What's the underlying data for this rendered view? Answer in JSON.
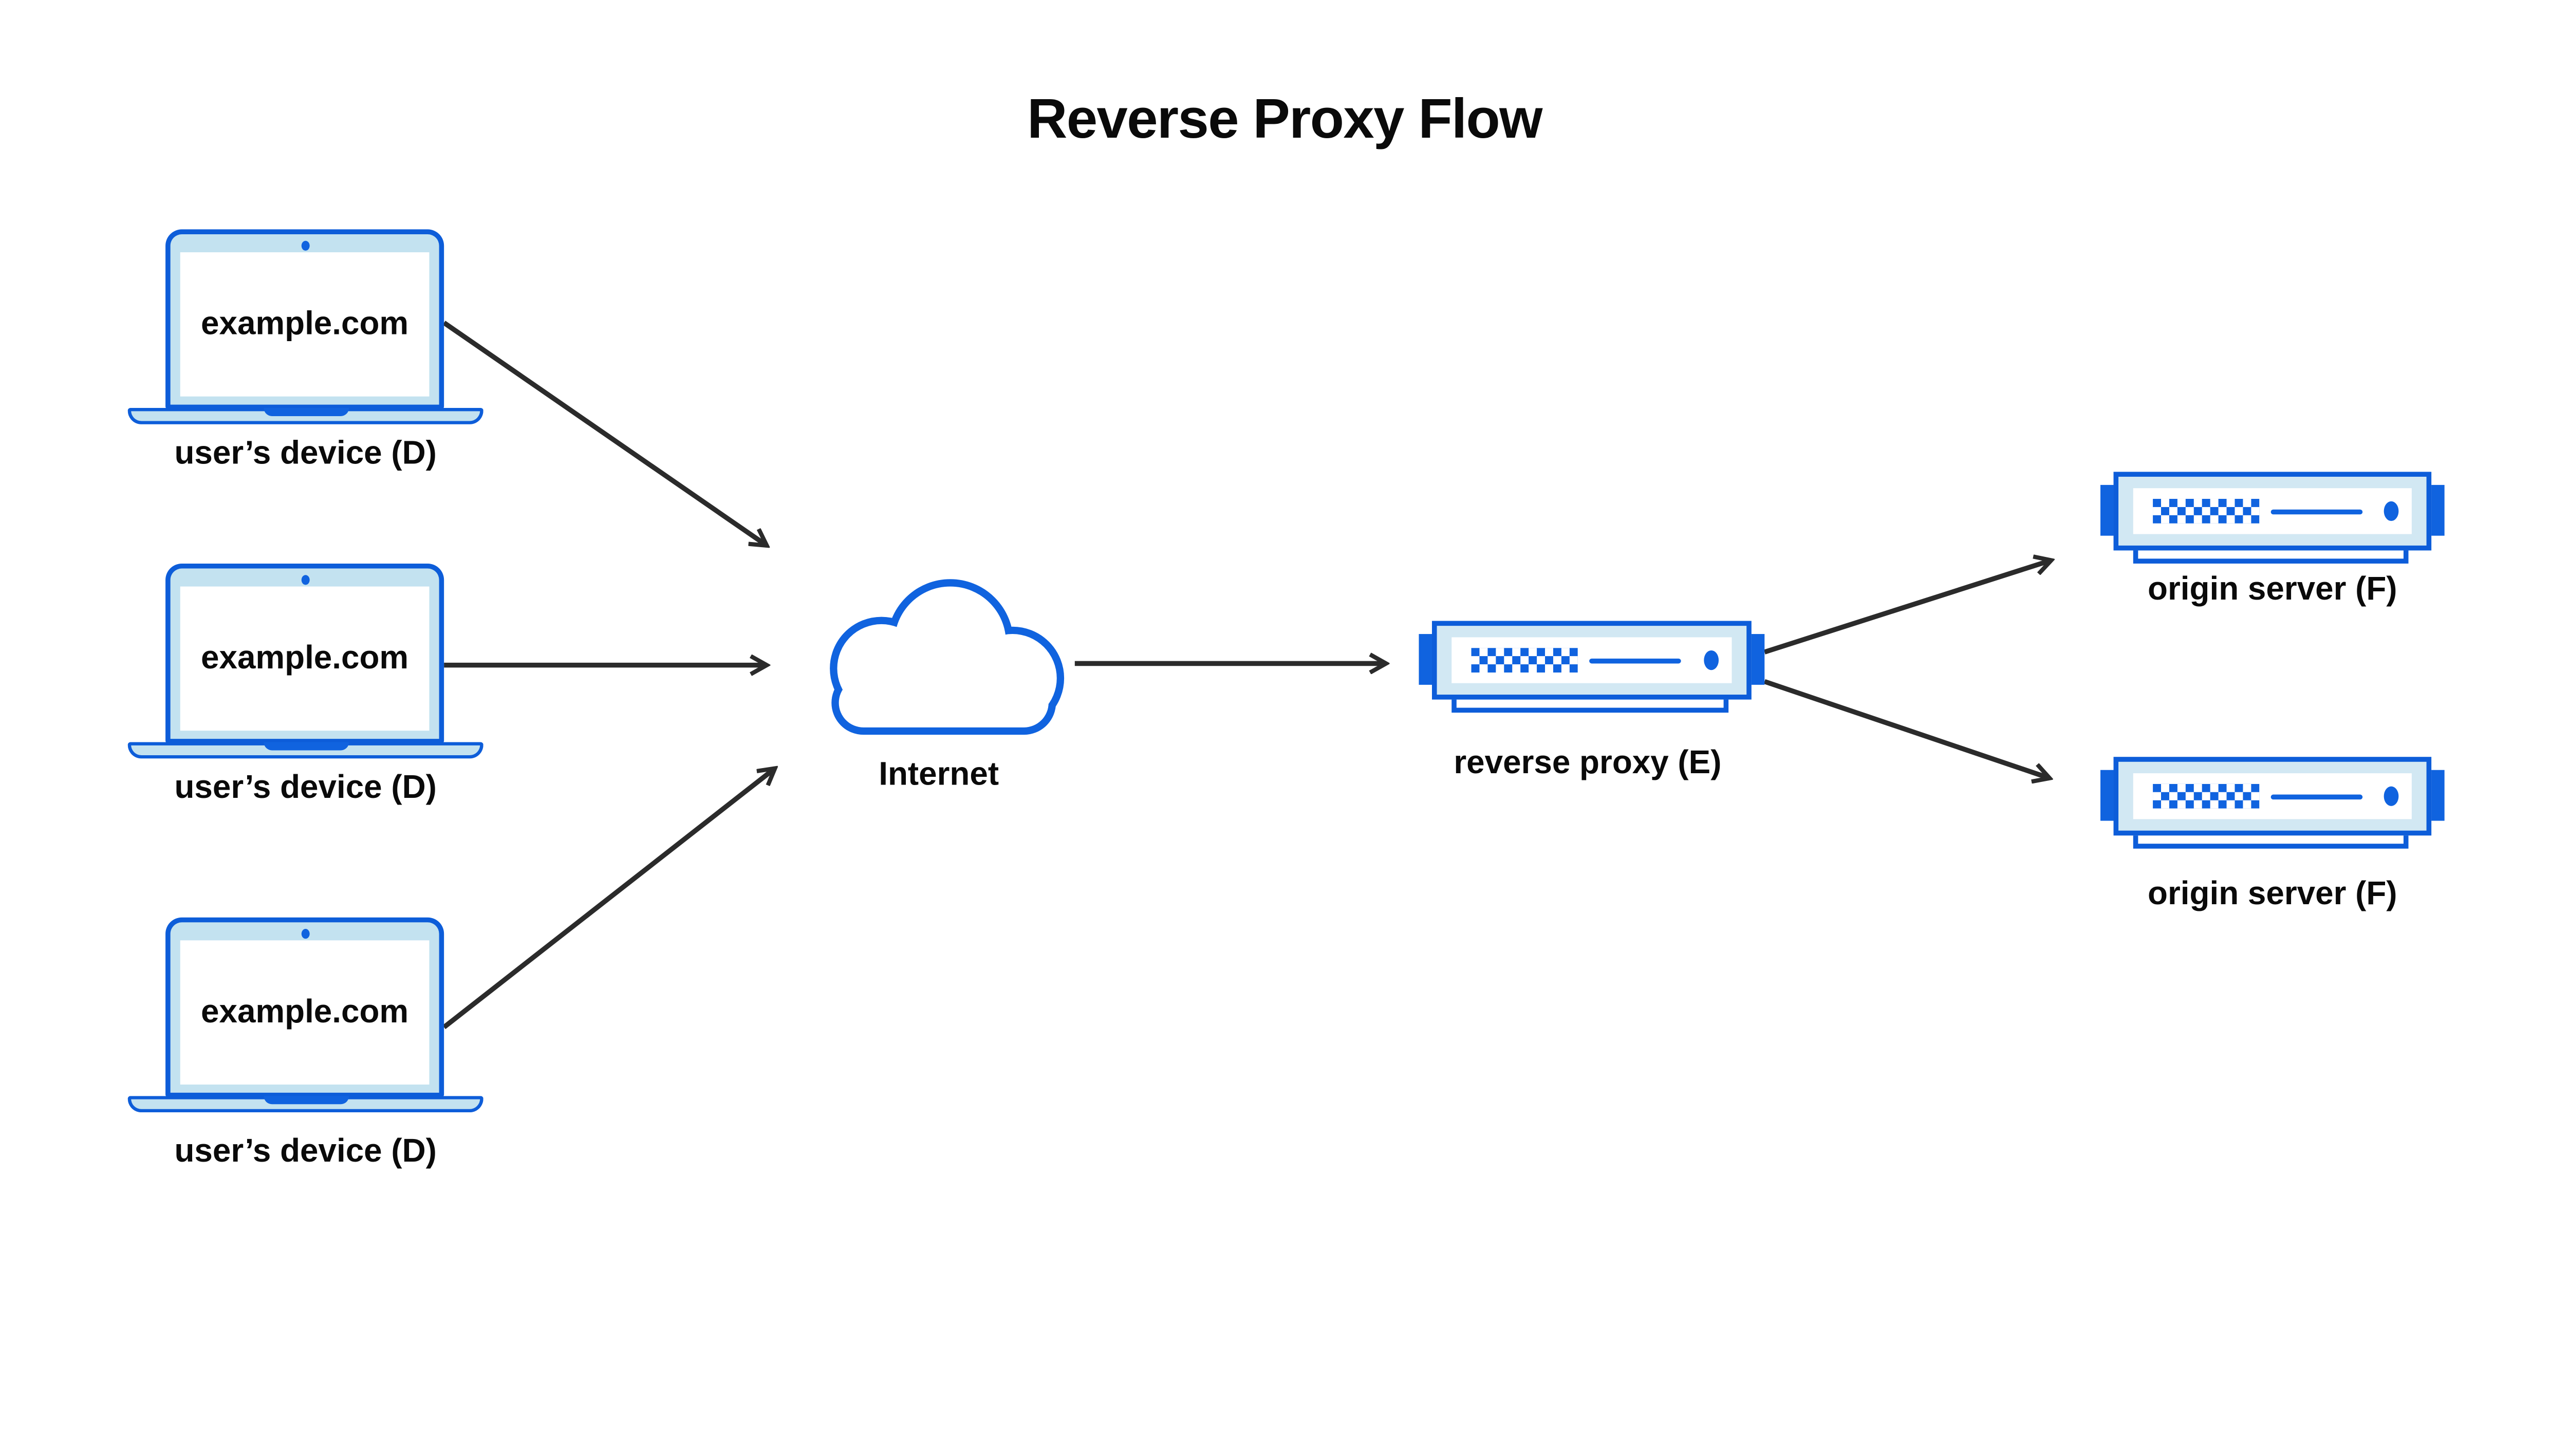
{
  "title": "Reverse Proxy Flow",
  "colors": {
    "blue": "#0D5DD9",
    "fill_blue": "#1063DF",
    "light_blue": "#C3E2F0",
    "server_frame": "#D2E8F3",
    "arrow": "#2B2B2B",
    "ink": "#0A0A0A",
    "bg": "#FFFFFF"
  },
  "nodes": {
    "devices": [
      {
        "screen_text": "example.com",
        "label": "user’s device (D)"
      },
      {
        "screen_text": "example.com",
        "label": "user’s device (D)"
      },
      {
        "screen_text": "example.com",
        "label": "user’s device (D)"
      }
    ],
    "internet": {
      "label": "Internet"
    },
    "reverse_proxy": {
      "label": "reverse proxy (E)"
    },
    "origin_servers": [
      {
        "label": "origin server (F)"
      },
      {
        "label": "origin server (F)"
      }
    ]
  },
  "edges": [
    {
      "from": "user-device-1",
      "to": "internet"
    },
    {
      "from": "user-device-2",
      "to": "internet"
    },
    {
      "from": "user-device-3",
      "to": "internet"
    },
    {
      "from": "internet",
      "to": "reverse-proxy"
    },
    {
      "from": "reverse-proxy",
      "to": "origin-server-1"
    },
    {
      "from": "reverse-proxy",
      "to": "origin-server-2"
    }
  ]
}
